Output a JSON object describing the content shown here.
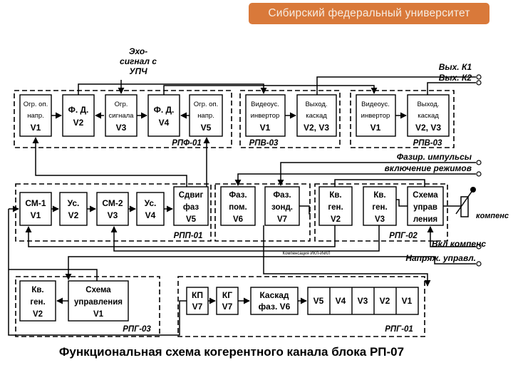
{
  "header": {
    "university": "Сибирский федеральный университет"
  },
  "caption": "Функциональная схема когерентного канала блока РП-07",
  "inputs": {
    "echo": [
      "Эхо-",
      "сигнал с",
      "УПЧ"
    ],
    "out_k1": "Вых. К1",
    "out_k2": "Вых. К2",
    "phase_pulses": "Фазир. импульсы",
    "mode_switch": "включение режимов",
    "komp": "компенс",
    "vkl_komp": "Вкл компенс",
    "napr": "Напряж. управл.",
    "komp_small": "Компенсация ИКЛ-ИкКЛ"
  },
  "groups": {
    "rpf": "РПФ-01",
    "rpv": "РПВ-03",
    "rpp": "РПП-01",
    "rpg02": "РПГ-02",
    "rpg03": "РПГ-03",
    "rpg01": "РПГ-01"
  },
  "blocks": {
    "ogr1": [
      "Огр. оп.",
      "напр.",
      "V1"
    ],
    "fd2": [
      "Ф. Д.",
      "V2"
    ],
    "ogr3": [
      "Огр.",
      "сигнала",
      "V3"
    ],
    "fd4": [
      "Ф. Д.",
      "V4"
    ],
    "ogr5": [
      "Огр. оп.",
      "напр.",
      "V5"
    ],
    "vid1": [
      "Видеоус.",
      "инвертор",
      "V1"
    ],
    "vyh1": [
      "Выход.",
      "каскад",
      "V2, V3"
    ],
    "vid2": [
      "Видеоус.",
      "инвертор",
      "V1"
    ],
    "vyh2": [
      "Выход.",
      "каскад",
      "V2, V3"
    ],
    "sm1": [
      "СМ-1",
      "V1"
    ],
    "us2": [
      "Ус.",
      "V2"
    ],
    "sm2": [
      "СМ-2",
      "V3"
    ],
    "us4": [
      "Ус.",
      "V4"
    ],
    "sdvig": [
      "Сдвиг",
      "фаз",
      "V5"
    ],
    "fazpom": [
      "Фаз.",
      "пом.",
      "V6"
    ],
    "fazzond": [
      "Фаз.",
      "зонд.",
      "V7"
    ],
    "kvgen2": [
      "Кв.",
      "ген.",
      "V2"
    ],
    "kvgen3": [
      "Кв.",
      "ген.",
      "V3"
    ],
    "shema": [
      "Схема",
      "управ",
      "ления"
    ],
    "kvgen_b": [
      "Кв.",
      "ген.",
      "V2"
    ],
    "shema_b": [
      "Схема",
      "управления",
      "V1"
    ],
    "kp": [
      "КП",
      "V7"
    ],
    "kg": [
      "КГ",
      "V7"
    ],
    "kaskad": [
      "Каскад",
      "фаз. V6"
    ],
    "chain": [
      "V5",
      "V4",
      "V3",
      "V2",
      "V1"
    ]
  }
}
